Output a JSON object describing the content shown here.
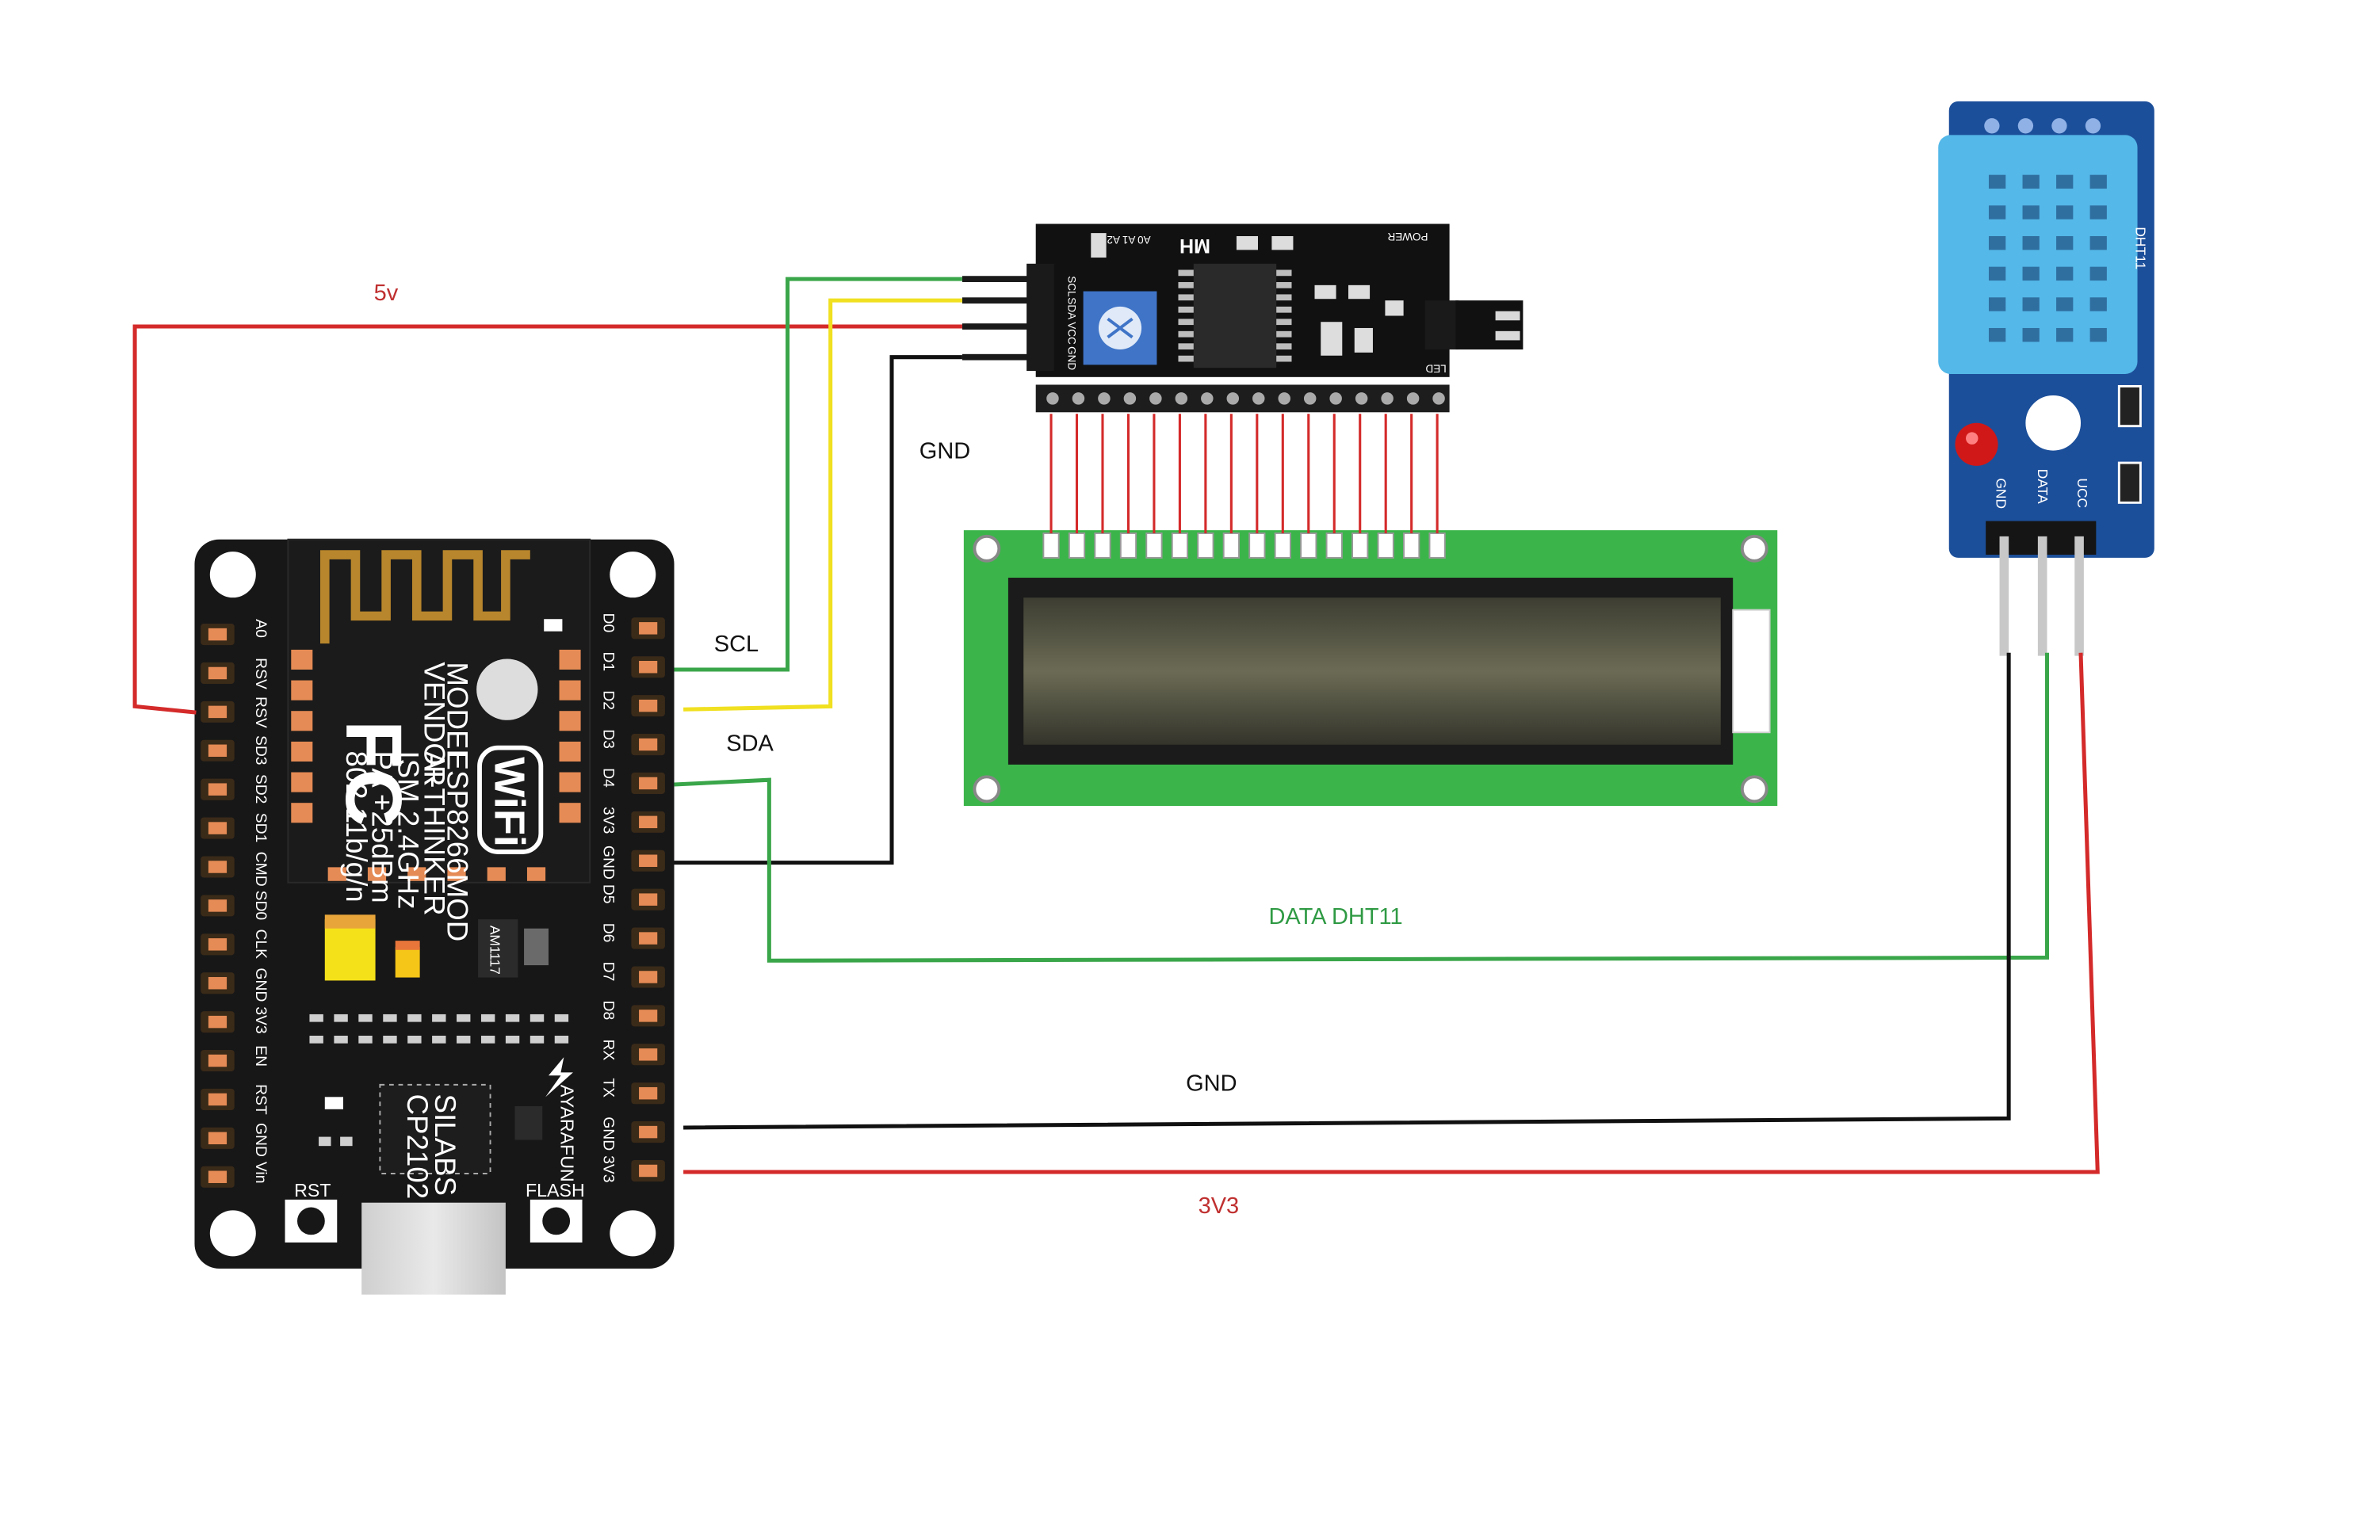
{
  "colors": {
    "wire_red": "#d42a2a",
    "wire_green": "#3aa64a",
    "wire_yellow": "#f0e020",
    "wire_black": "#111111",
    "label_green": "#2f9a44",
    "label_red": "#c03030",
    "board_black": "#171717",
    "pin_orange": "#e58b55",
    "pcb_green": "#39b54a",
    "sensor_blue": "#54b8e8",
    "sensor_board": "#1c4f9a"
  },
  "wire_labels": {
    "v5": "5v",
    "gnd_top": "GND",
    "scl": "SCL",
    "sda": "SDA",
    "data_dht11": "DATA DHT11",
    "gnd_bottom": "GND",
    "v3v3": "3V3"
  },
  "nodemcu": {
    "left_pins": [
      "A0",
      "RSV",
      "RSV",
      "SD3",
      "SD2",
      "SD1",
      "CMD",
      "SD0",
      "CLK",
      "GND",
      "3V3",
      "EN",
      "RST",
      "GND",
      "Vin"
    ],
    "right_pins": [
      "D0",
      "D1",
      "D2",
      "D3",
      "D4",
      "3V3",
      "GND",
      "D5",
      "D6",
      "D7",
      "D8",
      "RX",
      "TX",
      "GND",
      "3V3"
    ],
    "module_lines": [
      "MODEL",
      "VENDOR",
      "ISM 2.4GHz",
      "PA +25dBm",
      "802.11b/g/n"
    ],
    "module_values": [
      "ESP8266MOD",
      "AI-THINKER"
    ],
    "fc_logo": "FC",
    "wifi_logo": "WiFi",
    "regulator": "AM1117",
    "usb_chip": [
      "SILABS",
      "CP2102"
    ],
    "brand": "AYARAFUN",
    "rst_button": "RST",
    "flash_button": "FLASH"
  },
  "i2c_module": {
    "brand": "MH",
    "pin_labels": [
      "SCL",
      "SDA",
      "VCC",
      "GND"
    ],
    "jumper_labels": [
      "A0",
      "A1",
      "A2"
    ],
    "power_label": "POWER",
    "led_label": "LED"
  },
  "dht11_module": {
    "pin_labels": [
      "GND",
      "DATA",
      "UCC"
    ],
    "side_text": "DHT11"
  }
}
